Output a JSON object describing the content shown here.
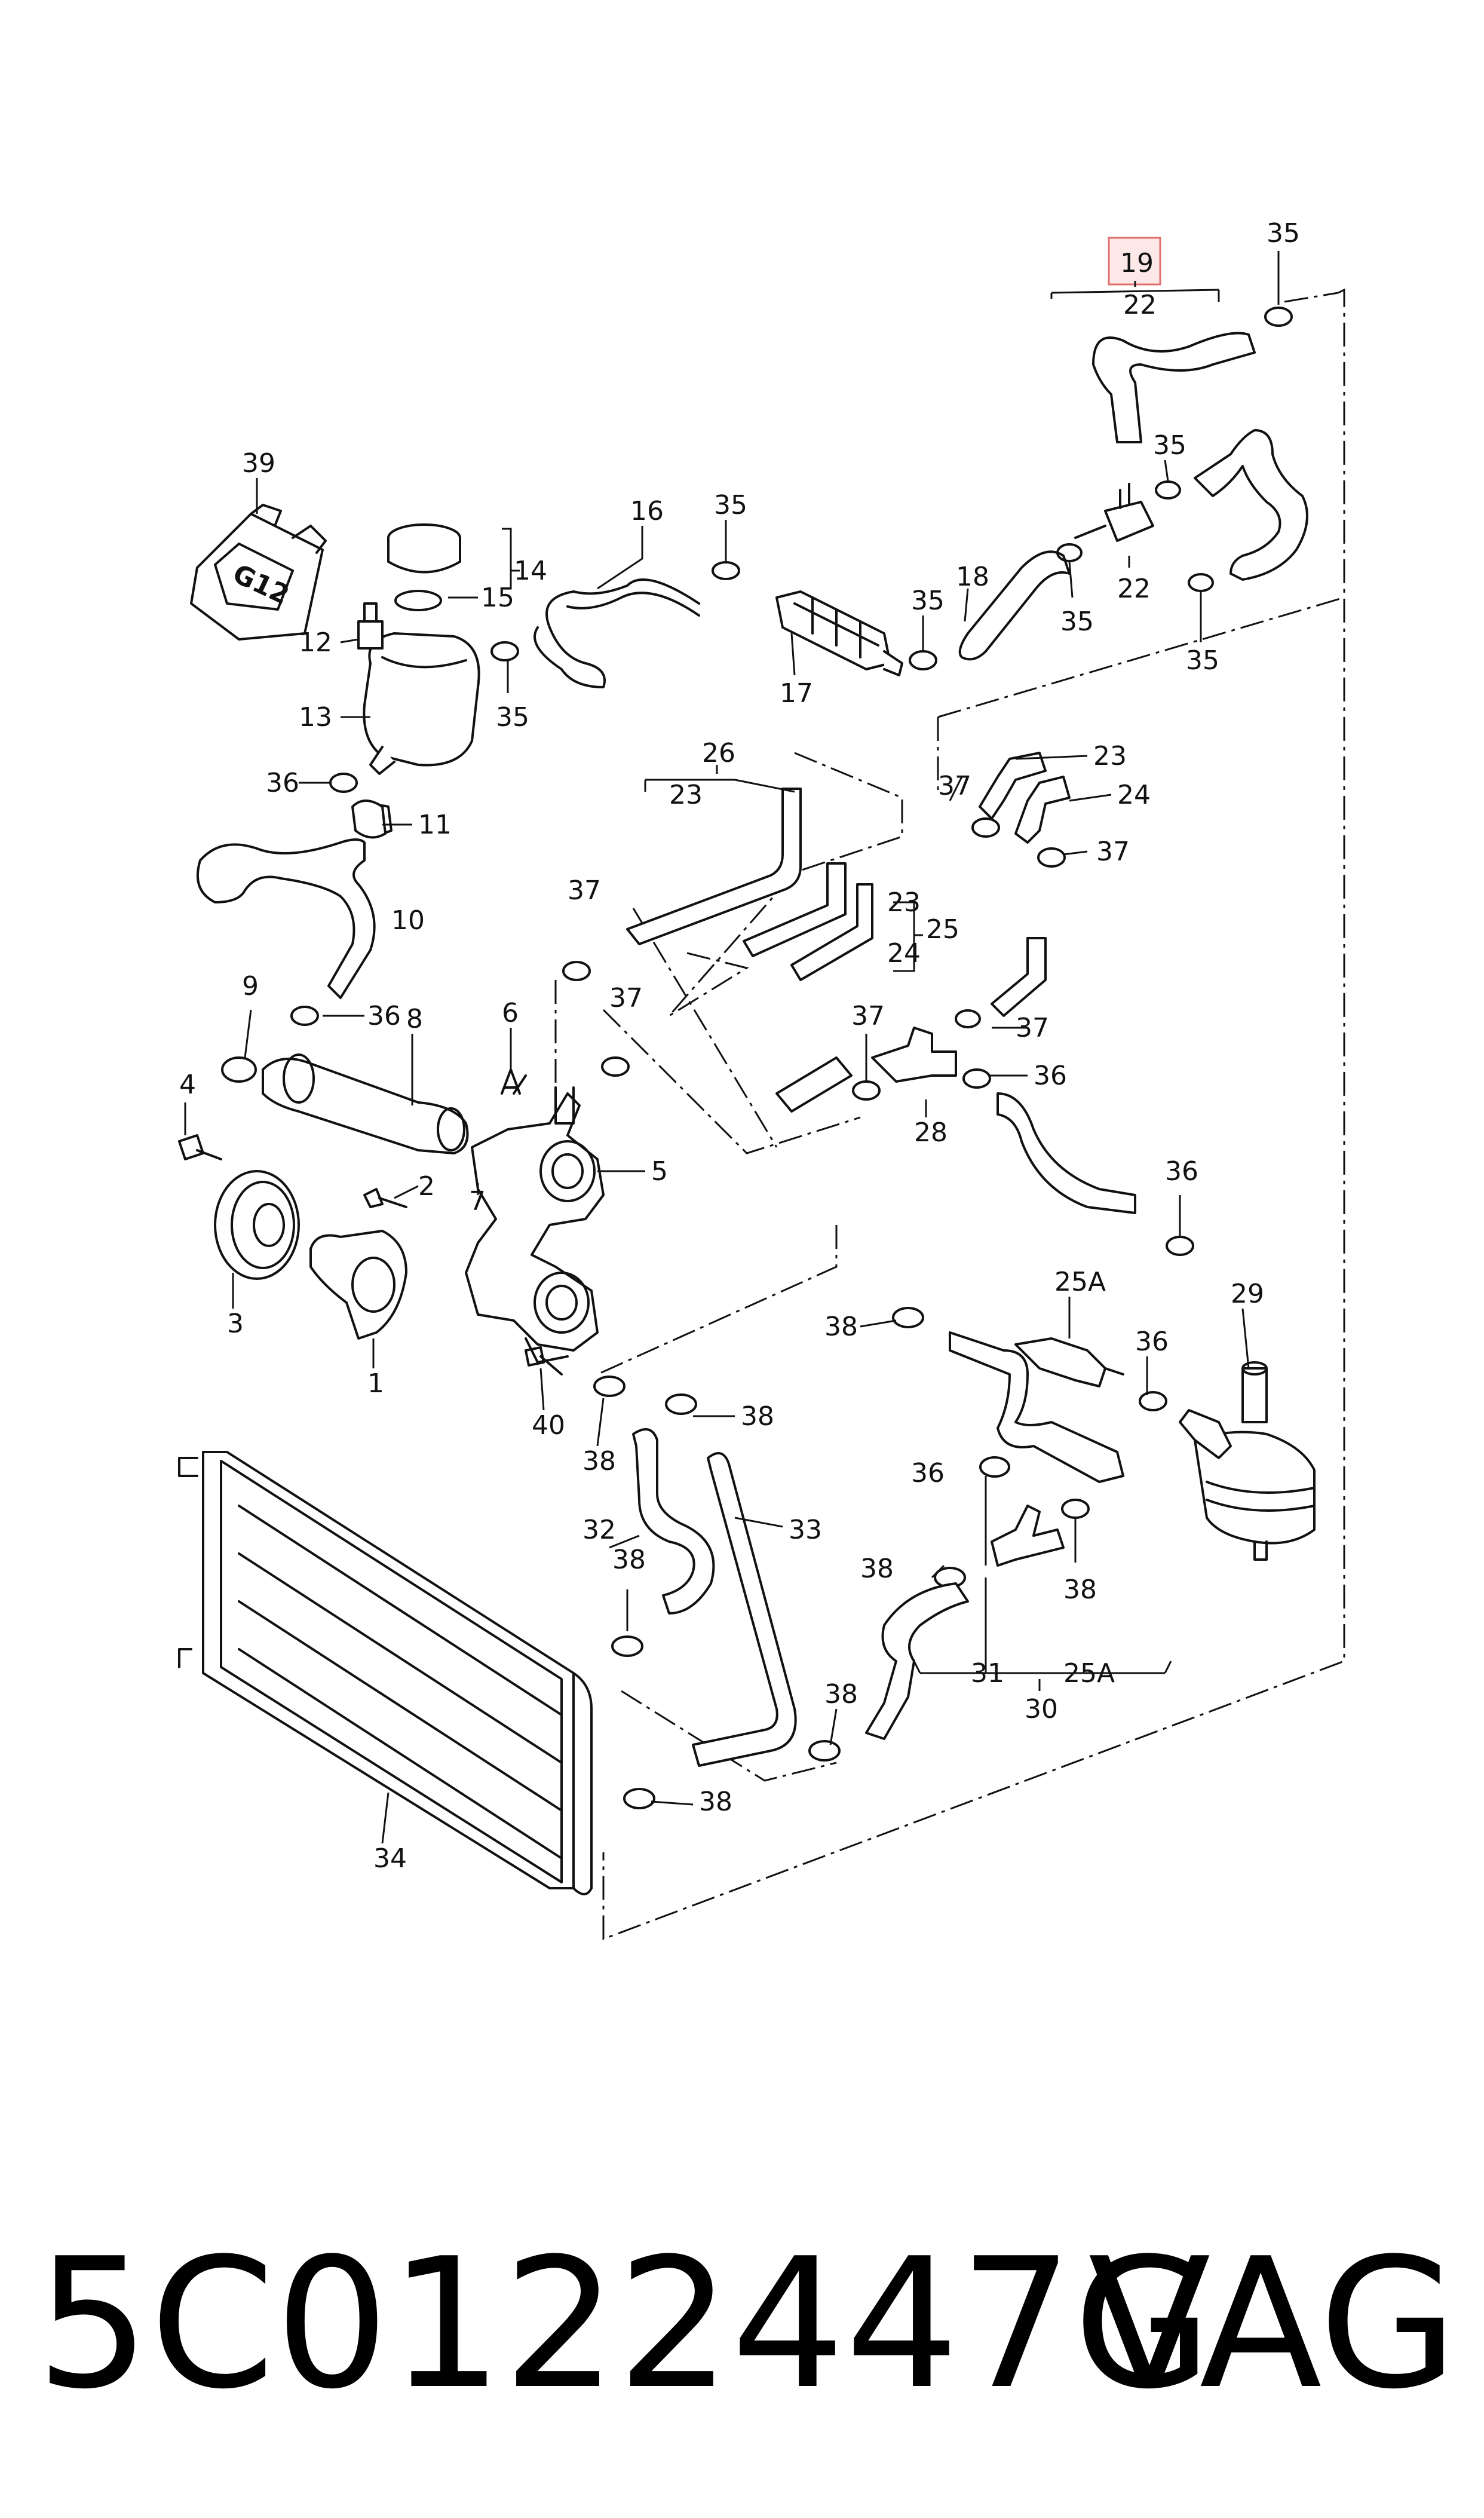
{
  "callouts": {
    "highlight": "19",
    "n22_top": "22",
    "n35_top": "35",
    "n35_b": "35",
    "n35_c": "35",
    "n35_d": "35",
    "n35_e": "35",
    "n35_f": "35",
    "n35_g": "35",
    "n22_tee": "22",
    "n18": "18",
    "n17": "17",
    "n16": "16",
    "n39": "39",
    "n14": "14",
    "n15": "15",
    "n12": "12",
    "n13": "13",
    "n36_a": "36",
    "n11": "11",
    "n10": "10",
    "n26": "26",
    "n23_bracket": "23",
    "n23_r": "23",
    "n24_r": "24",
    "n37_a": "37",
    "n37_b": "37",
    "n37_c": "37",
    "n37_d": "37",
    "n37_e": "37",
    "n37_f": "37",
    "n23_stack": "23",
    "n24_stack": "24",
    "n25": "25",
    "n9": "9",
    "n36_b": "36",
    "n8": "8",
    "n6": "6",
    "n4": "4",
    "n2": "2",
    "n7": "7",
    "n5": "5",
    "n3": "3",
    "n1": "1",
    "n28": "28",
    "n36_c": "36",
    "n36_d": "36",
    "n38_a": "38",
    "n25A_a": "25A",
    "n36_e": "36",
    "n29": "29",
    "n40": "40",
    "n38_b": "38",
    "n38_c": "38",
    "n36_f": "36",
    "n32": "32",
    "n33": "33",
    "n38_d": "38",
    "n38_e": "38",
    "n38_f": "38",
    "n38_g": "38",
    "n31": "31",
    "n25A_b": "25A",
    "n30": "30",
    "n38_h": "38",
    "n34": "34"
  },
  "bottle_label": "G12",
  "footer": {
    "part_number": "5C0122447G",
    "brand": "VAG"
  },
  "colors": {
    "highlight_box": "#e07070",
    "highlight_fill": "#fde8e8"
  }
}
